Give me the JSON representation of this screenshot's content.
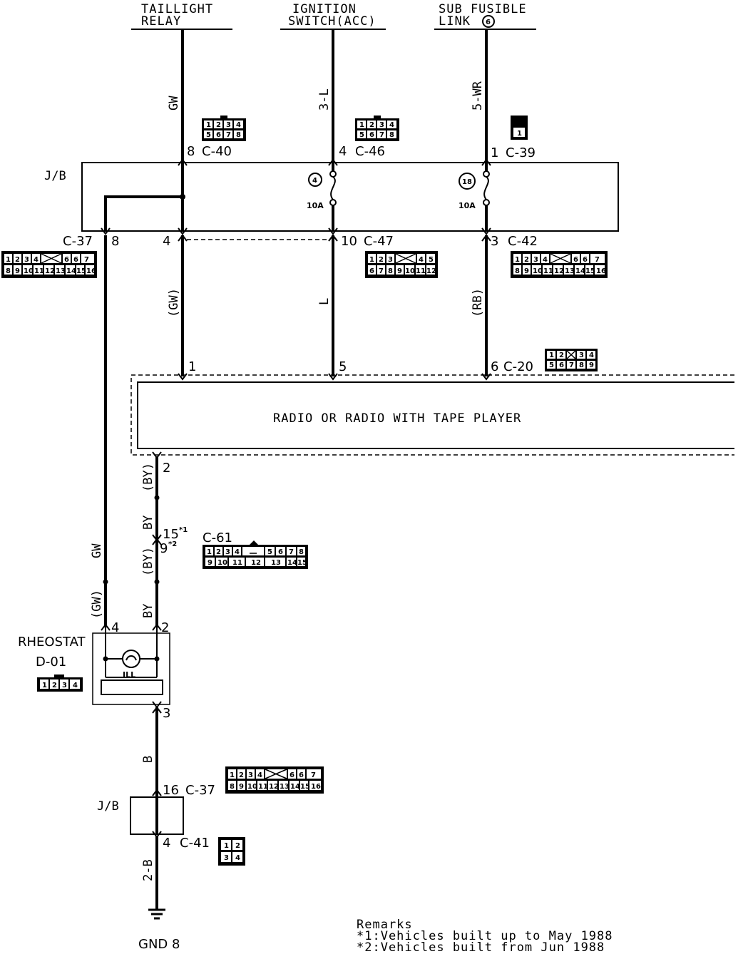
{
  "sources": {
    "taillight": {
      "line1": "TAILLIGHT",
      "line2": "RELAY"
    },
    "ignition": {
      "line1": "IGNITION",
      "line2": "SWITCH(ACC)"
    },
    "fusible": {
      "line1": "SUB FUSIBLE",
      "line2": "LINK",
      "badge": "6"
    }
  },
  "wires": {
    "gw_top": "GW",
    "three_l": "3-L",
    "five_wr": "5-WR",
    "gw_paren": "(GW)",
    "l": "L",
    "rb_paren": "(RB)",
    "by_paren_1": "(BY)",
    "by_1": "BY",
    "by_paren_2": "(BY)",
    "by_2": "BY",
    "gw_left": "GW",
    "gw_left_paren": "(GW)",
    "b": "B",
    "two_b": "2-B"
  },
  "pins": {
    "p8": "8",
    "p4_c46": "4",
    "p1_c39": "1",
    "p8_c37": "8",
    "p4_jb": "4",
    "p10": "10",
    "p3": "3",
    "p1_radio": "1",
    "p5_radio": "5",
    "p6_radio": "6",
    "p2_radio": "2",
    "p15": "15",
    "p15_sup": "*1",
    "p9": "9",
    "p9_sup": "*2",
    "p4_rheo": "4",
    "p2_rheo": "2",
    "p3_rheo": "3",
    "p16": "16",
    "p4_c41": "4"
  },
  "connectors": {
    "c40": "C-40",
    "c46": "C-46",
    "c39": "C-39",
    "c37_top": "C-37",
    "c47": "C-47",
    "c42": "C-42",
    "c20": "C-20",
    "c61": "C-61",
    "c37_bottom": "C-37",
    "c41": "C-41"
  },
  "fuses": {
    "f1": {
      "number": "4",
      "rating": "10A"
    },
    "f2": {
      "number": "18",
      "rating": "10A"
    }
  },
  "labels": {
    "jb_top": "J/B",
    "jb_bottom": "J/B",
    "radio": "RADIO OR RADIO WITH TAPE PLAYER",
    "rheostat": "RHEOSTAT",
    "rheostat_id": "D-01",
    "ill": "ILL",
    "gnd": "GND 8"
  },
  "remarks": {
    "title": "Remarks",
    "r1": "*1:Vehicles built up to May 1988",
    "r2": "*2:Vehicles built from Jun 1988"
  },
  "connector_pins": {
    "c40": [
      "1",
      "2",
      "3",
      "4",
      "5",
      "6",
      "7",
      "8"
    ],
    "c46": [
      "1",
      "2",
      "3",
      "4",
      "5",
      "6",
      "7",
      "8"
    ],
    "c39": [
      "1"
    ],
    "c37_top_r1": [
      "1",
      "2",
      "3",
      "4",
      "",
      "6",
      "6",
      "7"
    ],
    "c37_top_r2": [
      "8",
      "9",
      "10",
      "11",
      "12",
      "13",
      "14",
      "15",
      "16"
    ],
    "c47_r1": [
      "1",
      "2",
      "3",
      "",
      "4",
      "5"
    ],
    "c47_r2": [
      "6",
      "7",
      "8",
      "9",
      "10",
      "11",
      "12"
    ],
    "c42_r1": [
      "1",
      "2",
      "3",
      "4",
      "",
      "6",
      "6",
      "7"
    ],
    "c42_r2": [
      "8",
      "9",
      "10",
      "11",
      "12",
      "13",
      "14",
      "15",
      "16"
    ],
    "c20_r1": [
      "1",
      "2",
      "",
      "3",
      "4"
    ],
    "c20_r2": [
      "5",
      "6",
      "7",
      "8",
      "9"
    ],
    "c61_r1": [
      "1",
      "2",
      "3",
      "4",
      "",
      "5",
      "6",
      "7",
      "8"
    ],
    "c61_r2": [
      "9",
      "10",
      "11",
      "12",
      "13",
      "14",
      "15"
    ],
    "d01": [
      "1",
      "2",
      "3",
      "4"
    ],
    "c37_bot_r1": [
      "1",
      "2",
      "3",
      "4",
      "",
      "6",
      "6",
      "7"
    ],
    "c37_bot_r2": [
      "8",
      "9",
      "10",
      "11",
      "12",
      "13",
      "14",
      "15",
      "16"
    ],
    "c41": [
      "1",
      "2",
      "3",
      "4"
    ]
  }
}
